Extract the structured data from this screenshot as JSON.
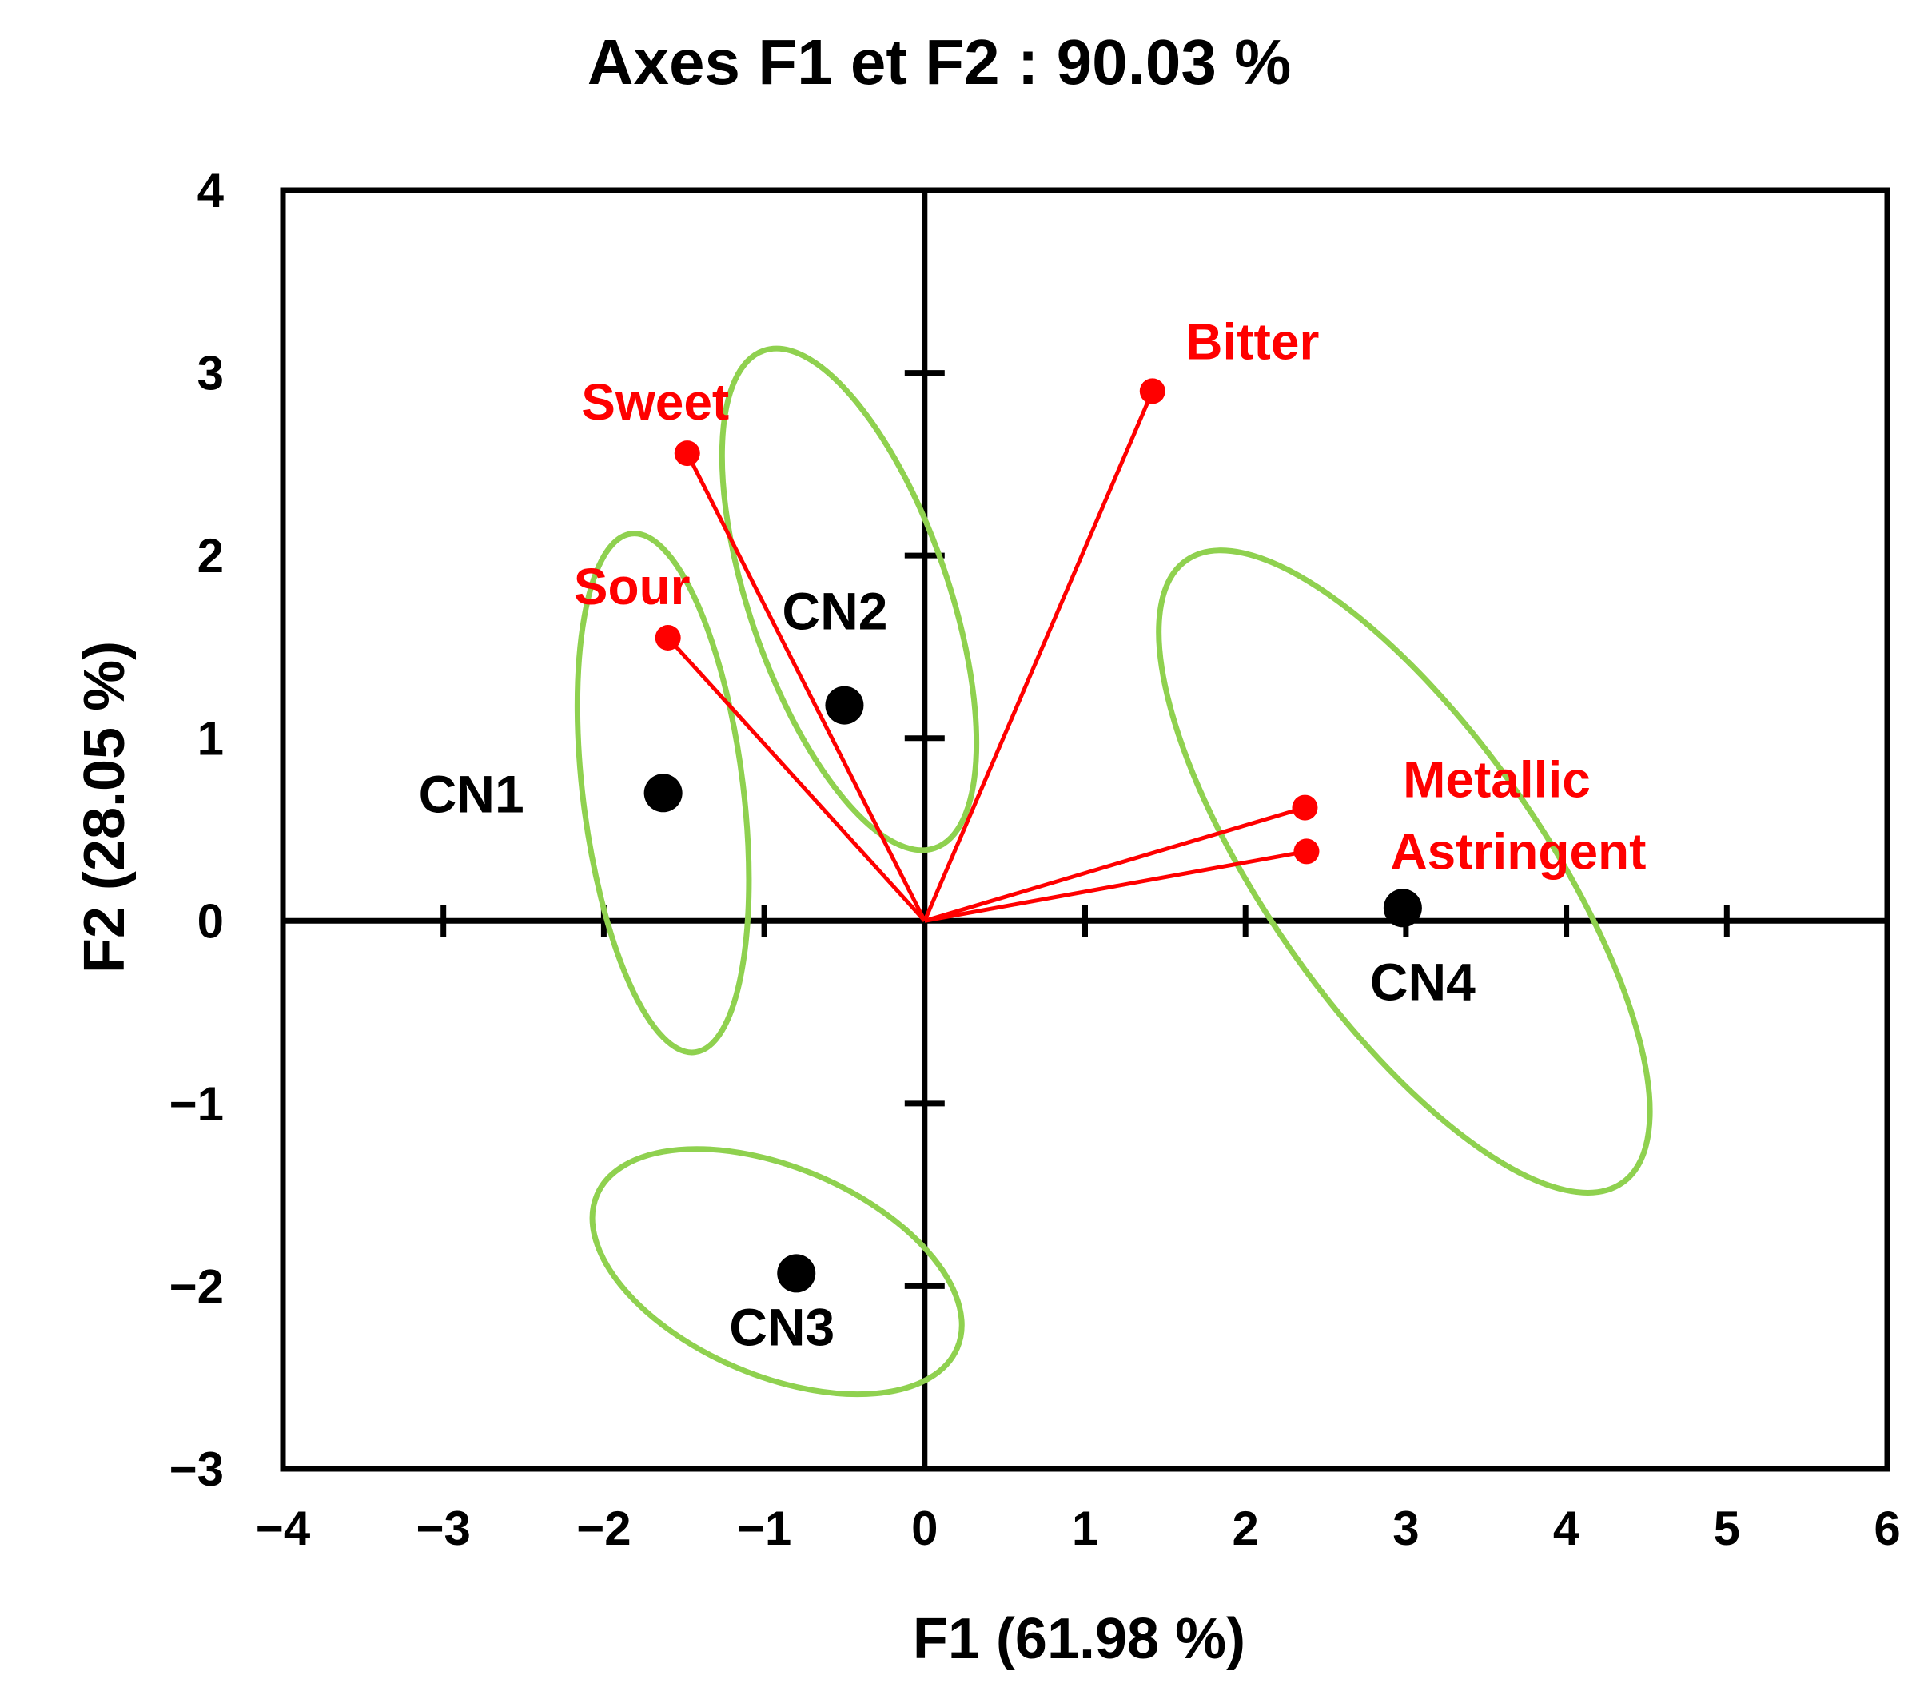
{
  "chart_data": {
    "type": "scatter",
    "title": "Axes F1 et F2 : 90.03 %",
    "xlabel": "F1 (61.98 %)",
    "ylabel": "F2 (28.05 %)",
    "xlim": [
      -4,
      6
    ],
    "ylim": [
      -3,
      4
    ],
    "x_ticks": [
      -4,
      -3,
      -2,
      -1,
      0,
      1,
      2,
      3,
      4,
      5,
      6
    ],
    "y_ticks": [
      -3,
      -2,
      -1,
      0,
      1,
      2,
      3,
      4
    ],
    "x_tick_labels": [
      "−4",
      "−3",
      "−2",
      "−1",
      "0",
      "1",
      "2",
      "3",
      "4",
      "5",
      "6"
    ],
    "y_tick_labels": [
      "−3",
      "−2",
      "−1",
      "0",
      "1",
      "2",
      "3",
      "4"
    ],
    "grid": false,
    "colors": {
      "samples": "#000000",
      "variables": "#ff0000",
      "ellipses": "#8fd14f",
      "axes": "#000000"
    },
    "samples": [
      {
        "name": "CN1",
        "x": -1.63,
        "y": 0.7
      },
      {
        "name": "CN2",
        "x": -0.5,
        "y": 1.18
      },
      {
        "name": "CN3",
        "x": -0.8,
        "y": -1.93
      },
      {
        "name": "CN4",
        "x": 2.98,
        "y": 0.07
      }
    ],
    "variables": [
      {
        "name": "Sweet",
        "x": -1.48,
        "y": 2.56
      },
      {
        "name": "Sour",
        "x": -1.6,
        "y": 1.55
      },
      {
        "name": "Bitter",
        "x": 1.42,
        "y": 2.9
      },
      {
        "name": "Metallic",
        "x": 2.37,
        "y": 0.62
      },
      {
        "name": "Astringent",
        "x": 2.38,
        "y": 0.38
      }
    ],
    "groups": [
      {
        "sample": "CN1",
        "cx": -1.63,
        "cy": 0.7,
        "rx": 0.5,
        "ry": 1.43,
        "angle_deg": -7
      },
      {
        "sample": "CN2",
        "cx": -0.47,
        "cy": 1.76,
        "rx": 0.62,
        "ry": 1.44,
        "angle_deg": -19
      },
      {
        "sample": "CN3",
        "cx": -0.92,
        "cy": -1.92,
        "rx": 1.22,
        "ry": 0.57,
        "angle_deg": 23
      },
      {
        "sample": "CN4",
        "cx": 2.99,
        "cy": 0.27,
        "rx": 0.86,
        "ry": 2.08,
        "angle_deg": -35
      }
    ]
  }
}
